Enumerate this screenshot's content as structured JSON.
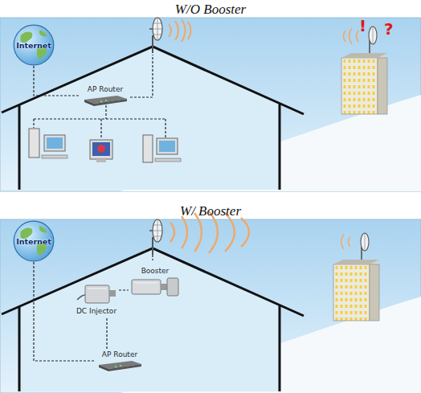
{
  "diagram": {
    "nodes": [
      {
        "text": [
          "Internet"
        ]
      },
      {
        "text": [
          "AP Router"
        ]
      },
      {
        "text": [
          "Internet"
        ]
      },
      {
        "text": [
          "Booster"
        ]
      },
      {
        "text": [
          "DC Injector"
        ]
      },
      {
        "text": [
          "AP Router"
        ]
      }
    ],
    "edges": [
      {
        "from": 0,
        "to": 1,
        "arrow": "none"
      },
      {
        "from": 2,
        "to": 5,
        "arrow": "none"
      },
      {
        "from": 5,
        "to": 4,
        "arrow": "none"
      },
      {
        "from": 4,
        "to": 3,
        "arrow": "none"
      }
    ],
    "labels": [
      "W/O Booster",
      "!",
      "?",
      "W/ Booster"
    ]
  }
}
